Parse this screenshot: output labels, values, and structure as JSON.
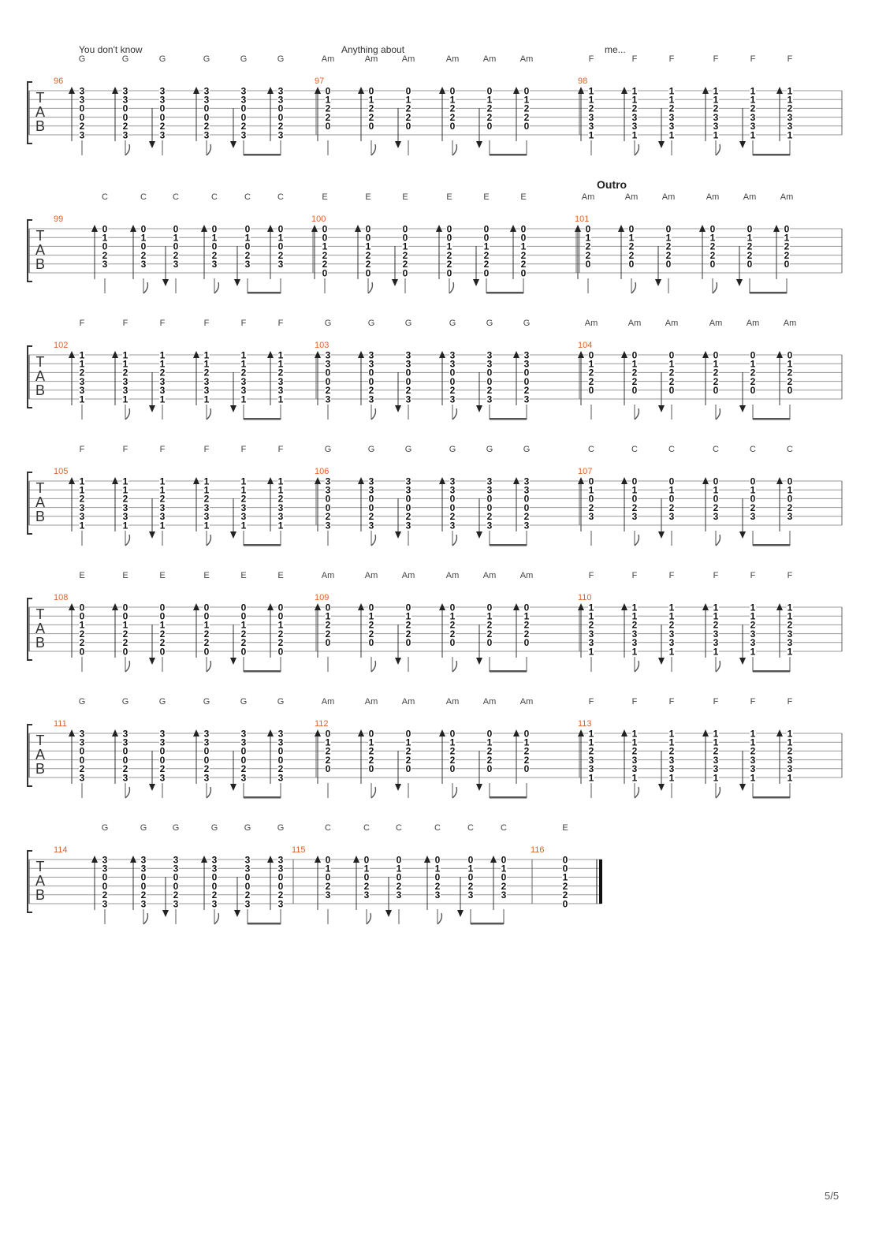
{
  "page_number": "5/5",
  "tab_letters": [
    "T",
    "A",
    "B"
  ],
  "chord_shapes": {
    "G": [
      "3",
      "3",
      "0",
      "0",
      "2",
      "3"
    ],
    "Am": [
      "0",
      "1",
      "2",
      "2",
      "0",
      ""
    ],
    "F": [
      "1",
      "1",
      "2",
      "3",
      "3",
      "1"
    ],
    "C": [
      "0",
      "1",
      "0",
      "2",
      "3",
      ""
    ],
    "E": [
      "0",
      "0",
      "1",
      "2",
      "2",
      "0"
    ]
  },
  "strum_pattern": [
    "up",
    "up",
    "down",
    "up",
    "down",
    "up"
  ],
  "systems": [
    {
      "section": "",
      "lyrics": [
        "You don't know",
        "Anything about",
        "me..."
      ],
      "measures": [
        {
          "number": "96",
          "chord": "G"
        },
        {
          "number": "97",
          "chord": "Am"
        },
        {
          "number": "98",
          "chord": "F"
        }
      ]
    },
    {
      "section": "Outro",
      "lyrics": [],
      "measures": [
        {
          "number": "99",
          "chord": "C"
        },
        {
          "number": "100",
          "chord": "E"
        },
        {
          "number": "101",
          "chord": "Am"
        }
      ]
    },
    {
      "section": "",
      "lyrics": [],
      "measures": [
        {
          "number": "102",
          "chord": "F"
        },
        {
          "number": "103",
          "chord": "G"
        },
        {
          "number": "104",
          "chord": "Am"
        }
      ]
    },
    {
      "section": "",
      "lyrics": [],
      "measures": [
        {
          "number": "105",
          "chord": "F"
        },
        {
          "number": "106",
          "chord": "G"
        },
        {
          "number": "107",
          "chord": "C"
        }
      ]
    },
    {
      "section": "",
      "lyrics": [],
      "measures": [
        {
          "number": "108",
          "chord": "E"
        },
        {
          "number": "109",
          "chord": "Am"
        },
        {
          "number": "110",
          "chord": "F"
        }
      ]
    },
    {
      "section": "",
      "lyrics": [],
      "measures": [
        {
          "number": "111",
          "chord": "G"
        },
        {
          "number": "112",
          "chord": "Am"
        },
        {
          "number": "113",
          "chord": "F"
        }
      ]
    },
    {
      "section": "",
      "lyrics": [],
      "measures": [
        {
          "number": "114",
          "chord": "G"
        },
        {
          "number": "115",
          "chord": "C"
        },
        {
          "number": "116",
          "chord": "E",
          "final": true
        }
      ]
    }
  ]
}
